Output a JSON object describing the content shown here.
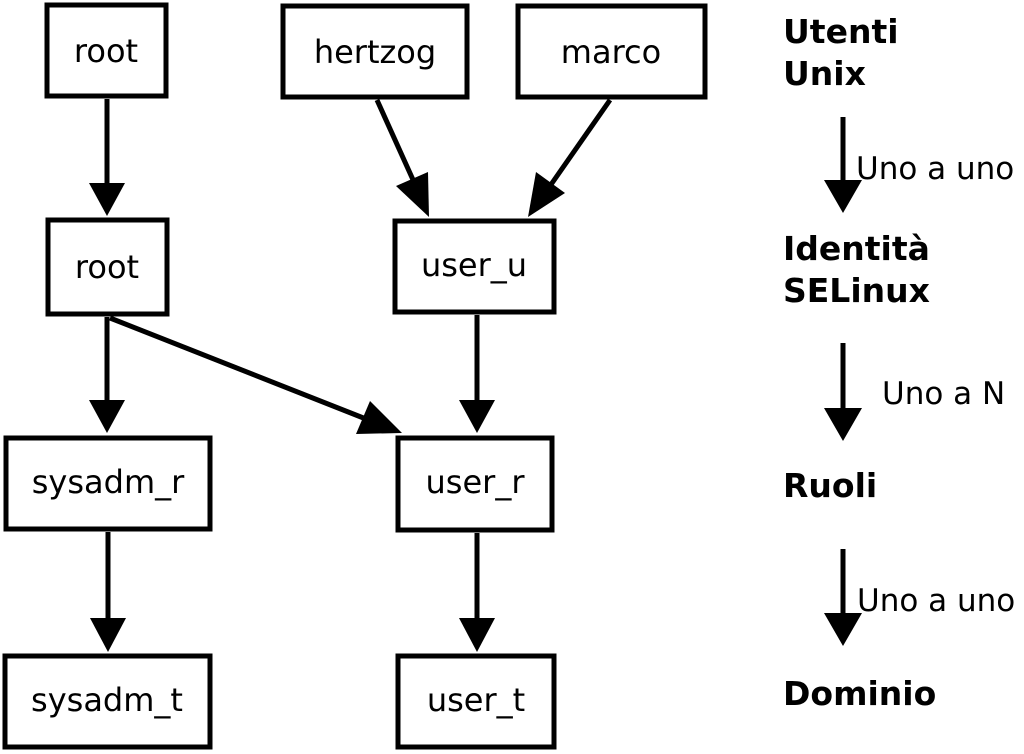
{
  "colors": {
    "background": "#ffffff",
    "line": "#000000",
    "text": "#000000"
  },
  "graph": {
    "nodes": {
      "root_unix": {
        "label": "root"
      },
      "hertzog": {
        "label": "hertzog"
      },
      "marco": {
        "label": "marco"
      },
      "root_selinux": {
        "label": "root"
      },
      "user_u": {
        "label": "user_u"
      },
      "sysadm_r": {
        "label": "sysadm_r"
      },
      "user_r": {
        "label": "user_r"
      },
      "sysadm_t": {
        "label": "sysadm_t"
      },
      "user_t": {
        "label": "user_t"
      }
    },
    "edges": [
      {
        "from": "root_unix",
        "to": "root_selinux"
      },
      {
        "from": "hertzog",
        "to": "user_u"
      },
      {
        "from": "marco",
        "to": "user_u"
      },
      {
        "from": "root_selinux",
        "to": "sysadm_r"
      },
      {
        "from": "root_selinux",
        "to": "user_r"
      },
      {
        "from": "user_u",
        "to": "user_r"
      },
      {
        "from": "sysadm_r",
        "to": "sysadm_t"
      },
      {
        "from": "user_r",
        "to": "user_t"
      }
    ]
  },
  "legend": {
    "levels": [
      {
        "lines": [
          "Utenti",
          "Unix"
        ]
      },
      {
        "lines": [
          "Identità",
          "SELinux"
        ]
      },
      {
        "lines": [
          "Ruoli"
        ]
      },
      {
        "lines": [
          "Dominio"
        ]
      }
    ],
    "relations": [
      {
        "label": "Uno a uno"
      },
      {
        "label": "Uno a N"
      },
      {
        "label": "Uno a uno"
      }
    ]
  }
}
